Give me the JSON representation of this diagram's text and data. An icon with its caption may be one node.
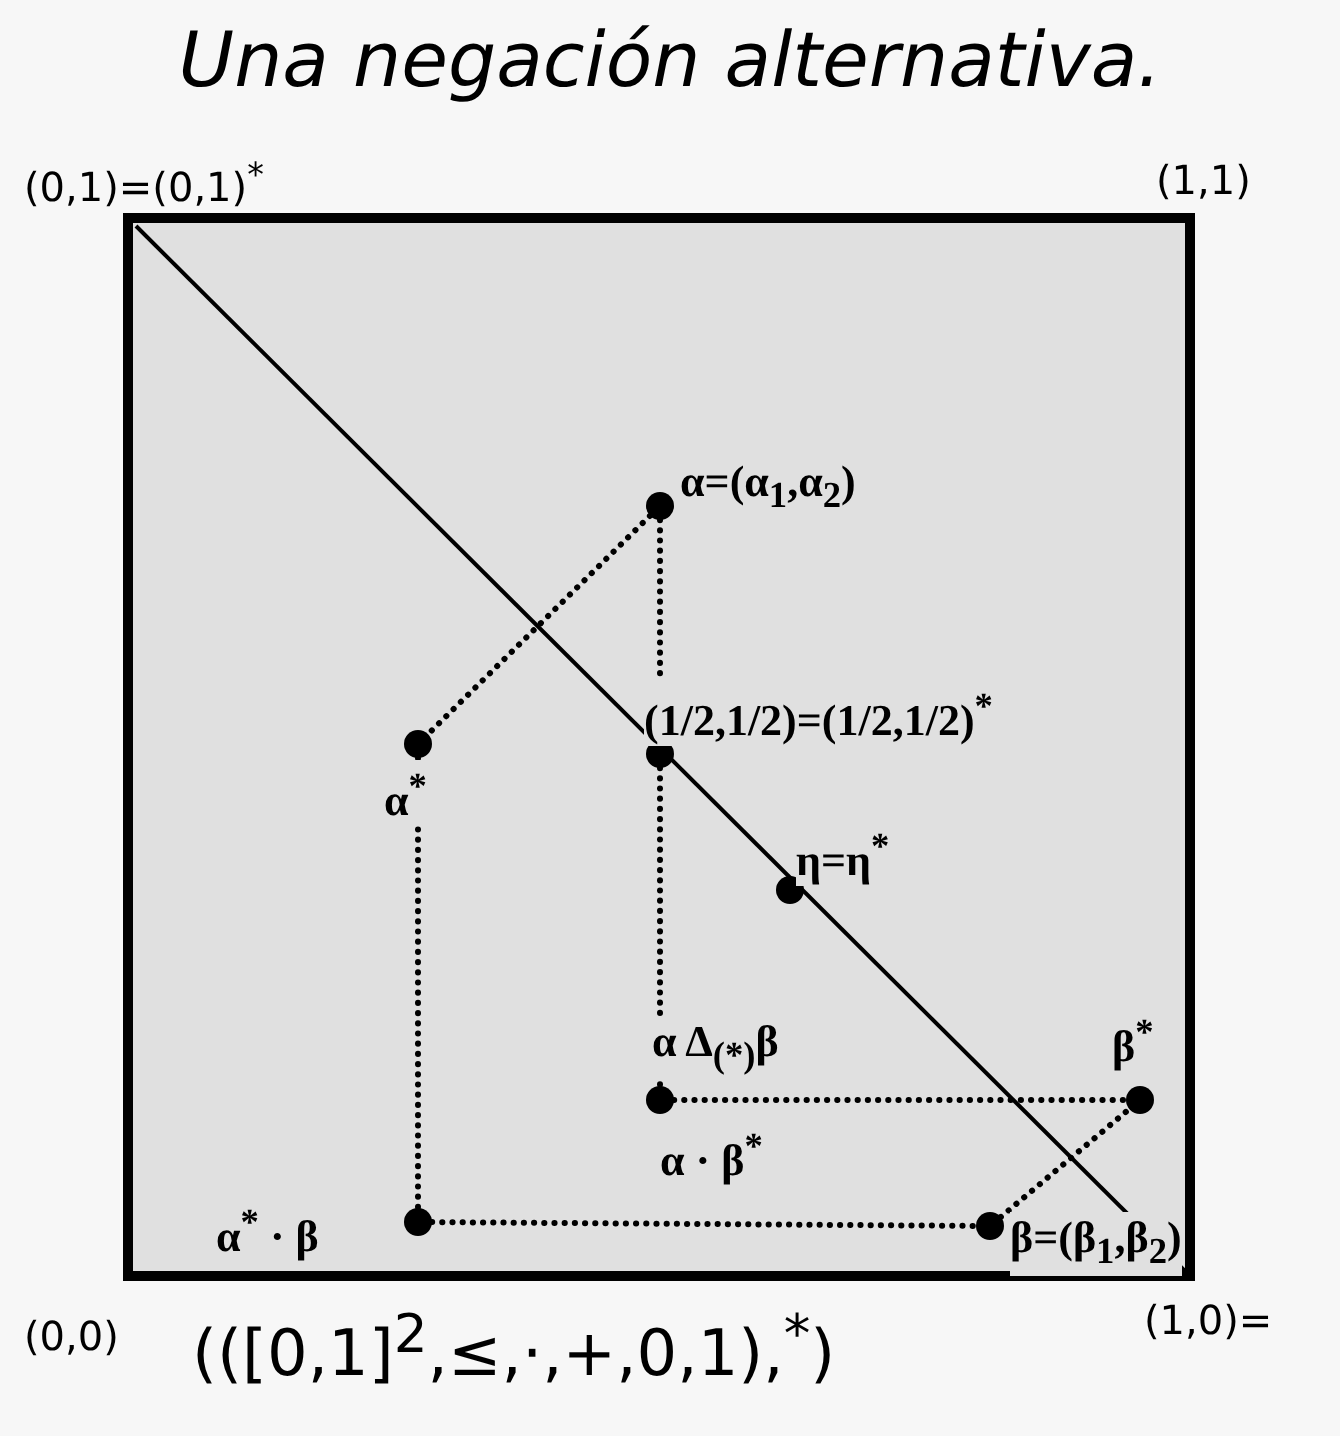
{
  "diagram": {
    "title": "Una negación alternativa.",
    "nodes": [
      {
        "text": [],
        "shape": "circle",
        "beside": [
          "α=(α$_{1}$,α$_{2}$)"
        ]
      },
      {
        "text": [],
        "shape": "circle",
        "beside": [
          "α$^{*}$"
        ]
      },
      {
        "text": [],
        "shape": "circle",
        "beside": [
          "(1/2,1/2)=(1/2,1/2)$^{*}$"
        ]
      },
      {
        "text": [],
        "shape": "circle",
        "beside": [
          "η=η$^{*}$"
        ]
      },
      {
        "text": [],
        "shape": "circle",
        "beside": [
          "α Δ$_{(*)}$β",
          "α · β$^{*}$"
        ]
      },
      {
        "text": [],
        "shape": "circle",
        "beside": [
          "β$^{*}$"
        ]
      },
      {
        "text": [],
        "shape": "circle",
        "beside": [
          "α$^{*}$ · β"
        ]
      },
      {
        "text": [],
        "shape": "circle",
        "beside": [
          "β=(β$_{1}$,β$_{2}$)"
        ]
      }
    ],
    "edges": [
      {
        "from": 0,
        "to": 1,
        "arrow": "none"
      },
      {
        "from": 0,
        "to": 2,
        "arrow": "none"
      },
      {
        "from": 2,
        "to": 4,
        "arrow": "none"
      },
      {
        "from": 1,
        "to": 6,
        "arrow": "none"
      },
      {
        "from": 6,
        "to": 7,
        "arrow": "none"
      },
      {
        "from": 7,
        "to": 5,
        "arrow": "none"
      },
      {
        "from": 4,
        "to": 5,
        "arrow": "none"
      }
    ],
    "labels": [
      "(0,1)=(0,1)$^{*}$",
      "(1,1)",
      "(0,0)",
      "(1,0)=",
      "(([0,1]$^{2}$,≤,·,+,0,1),$^{*}$)"
    ]
  }
}
